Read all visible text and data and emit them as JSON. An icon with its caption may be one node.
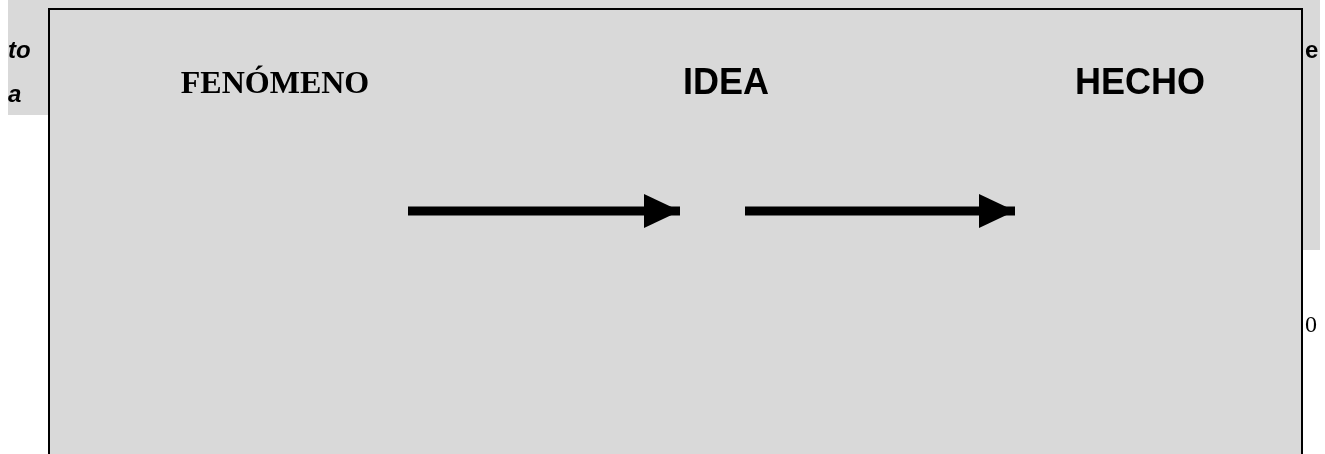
{
  "diagram": {
    "nodes": [
      {
        "text": [],
        "shape": "box"
      },
      {
        "text": [
          "FENÓMENO"
        ],
        "in": 0
      },
      {
        "text": [
          "IDEA"
        ],
        "in": 0
      },
      {
        "text": [
          "HECHO"
        ],
        "in": 0
      }
    ],
    "edges": [
      {
        "from": null,
        "to": 2,
        "arrow": "to"
      },
      {
        "from": null,
        "to": 3,
        "arrow": "to"
      }
    ],
    "labels": [
      "to",
      "a",
      "e",
      "0"
    ]
  }
}
